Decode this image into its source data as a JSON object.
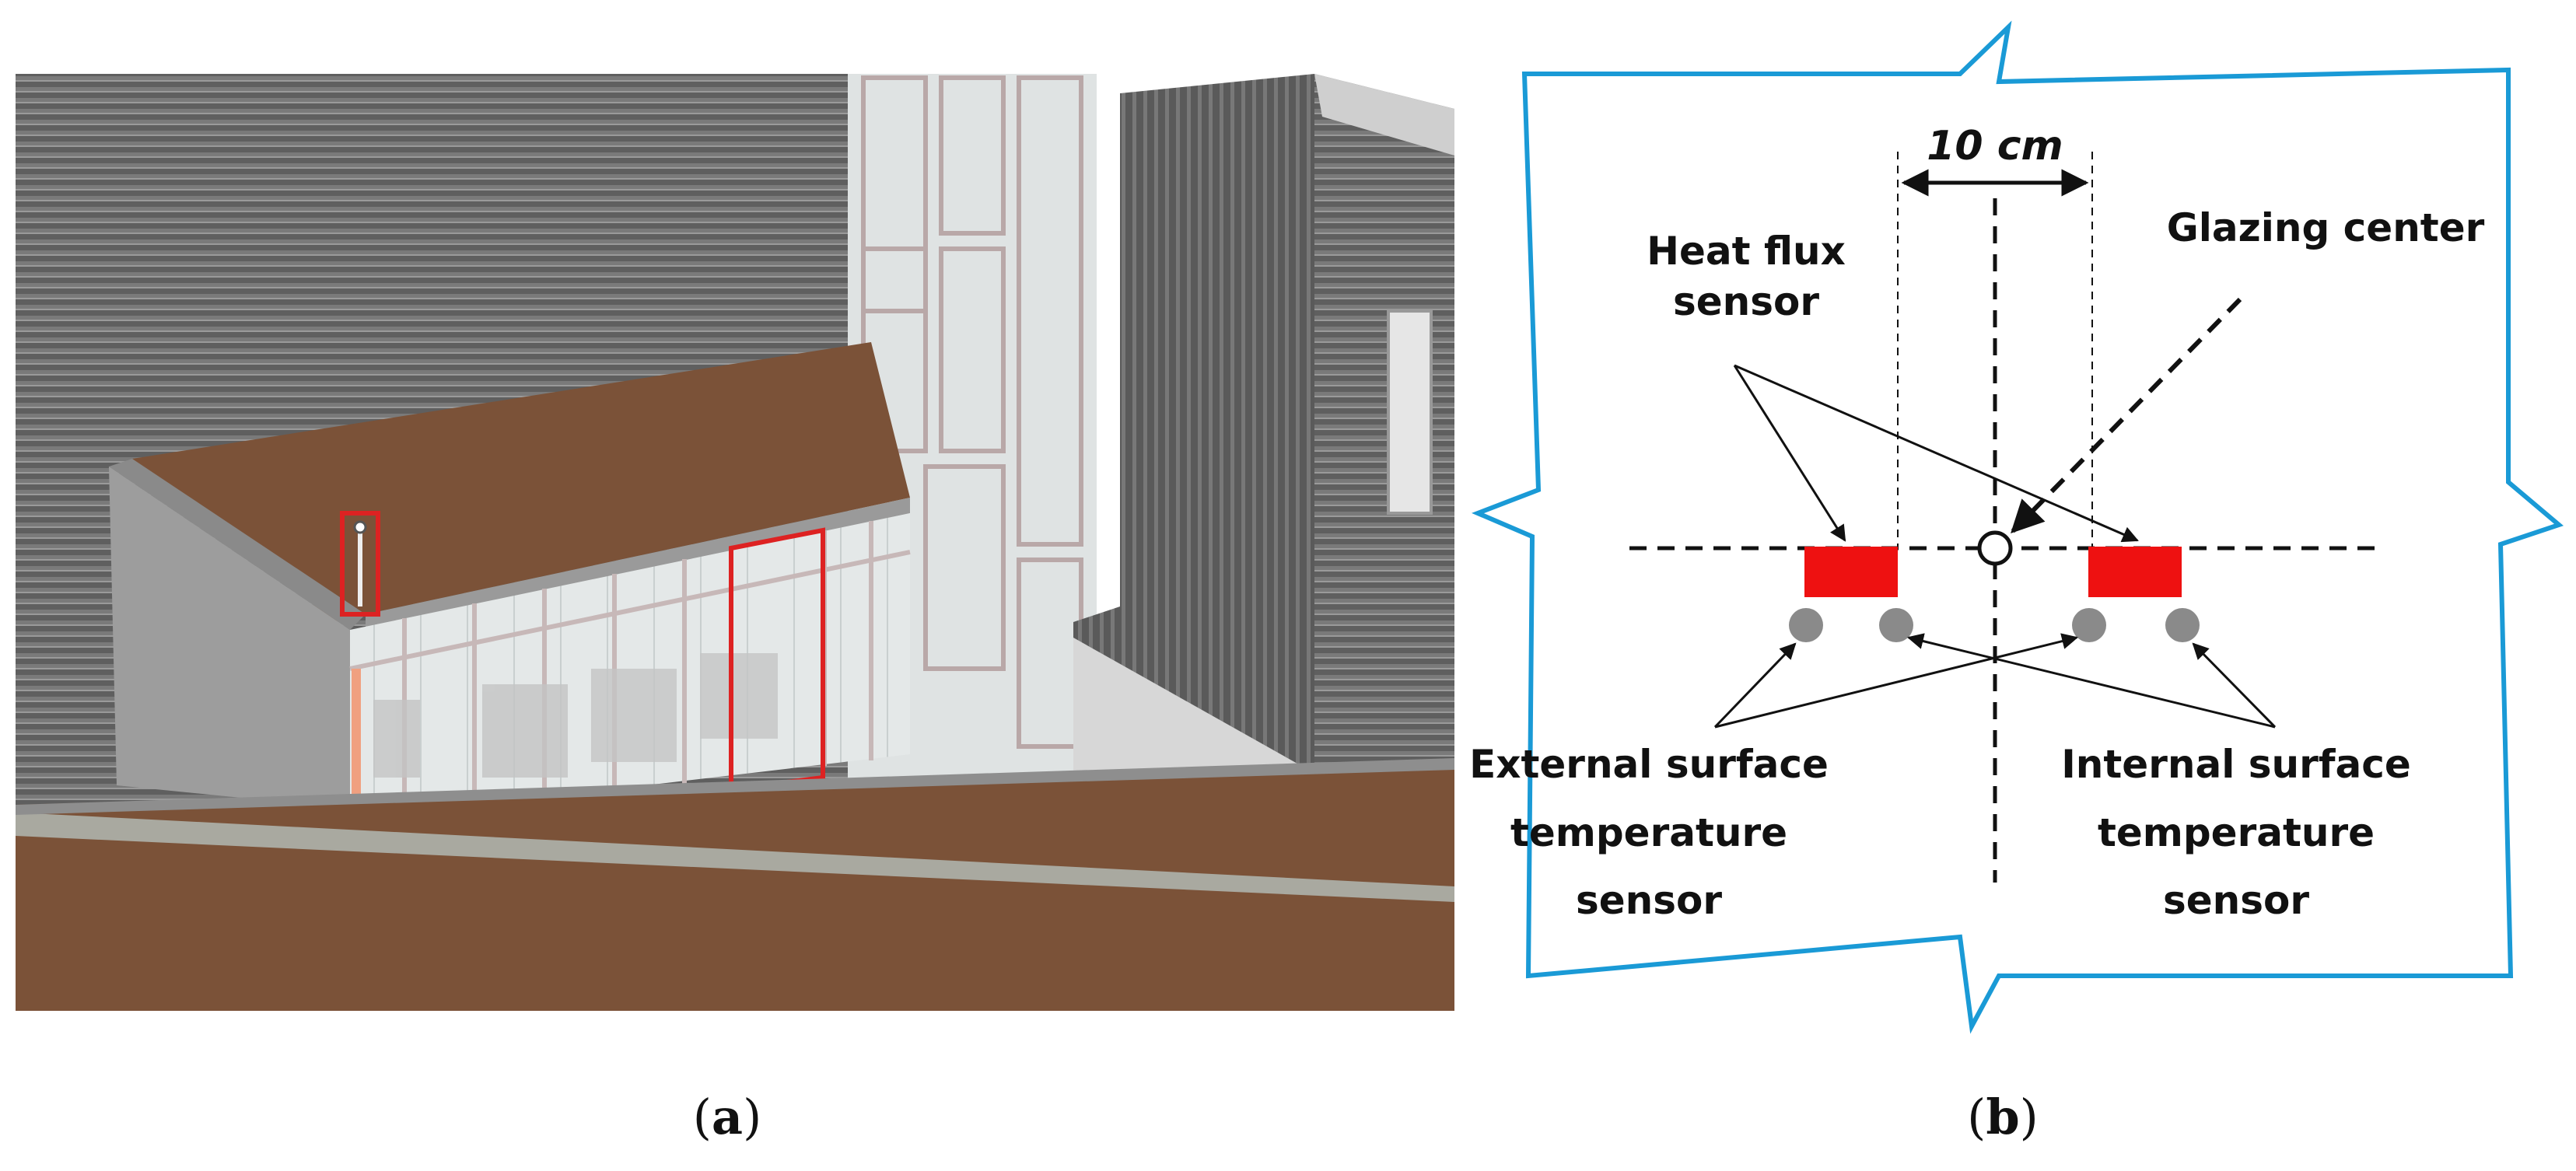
{
  "panel_a": {
    "caption_open": "(",
    "caption_letter": "a",
    "caption_close": ")"
  },
  "panel_b": {
    "caption_open": "(",
    "caption_letter": "b",
    "caption_close": ")",
    "dimension_label": "10 cm",
    "glazing_center_label": "Glazing center",
    "heat_flux_label": [
      "Heat flux",
      "sensor"
    ],
    "external_label": [
      "External surface",
      "temperature",
      "sensor"
    ],
    "internal_label": [
      "Internal surface",
      "temperature",
      "sensor"
    ]
  },
  "colors": {
    "frame": "#1a9ad6",
    "sensor_red": "#ee1111",
    "sensor_grey": "#8a8a8a",
    "roof_brown": "#7b5238",
    "cladding": "#6e6e6e",
    "highlight_red": "#dd2222"
  }
}
